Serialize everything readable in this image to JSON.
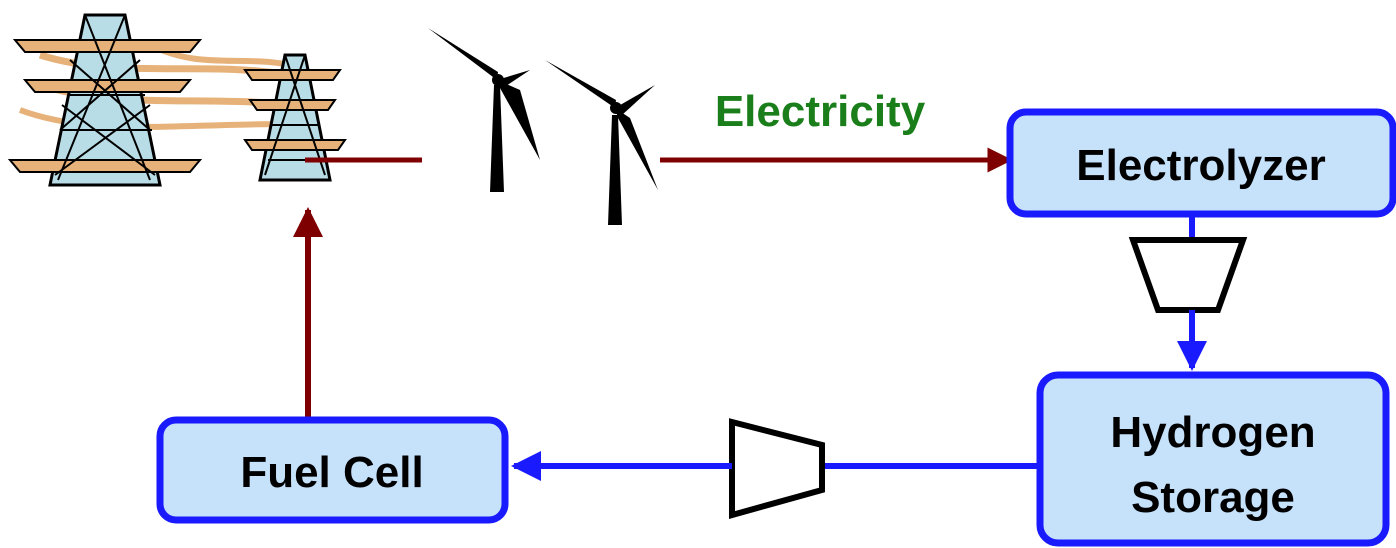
{
  "labels": {
    "electricity": "Electricity",
    "electrolyzer": "Electrolyzer",
    "hydrogen_storage_line1": "Hydrogen",
    "hydrogen_storage_line2": "Storage",
    "fuel_cell": "Fuel Cell"
  },
  "colors": {
    "electric_flow": "#7f0000",
    "hydrogen_flow": "#1a1aff",
    "box_fill": "#c6e2fb",
    "box_border": "#1a1aff",
    "electricity_label": "#1a7f1a",
    "tower_fill": "#b9dde6",
    "tower_wire": "#e7b27a"
  },
  "icons": [
    "power-tower-icon",
    "wind-turbine-icon",
    "compressor-icon"
  ]
}
